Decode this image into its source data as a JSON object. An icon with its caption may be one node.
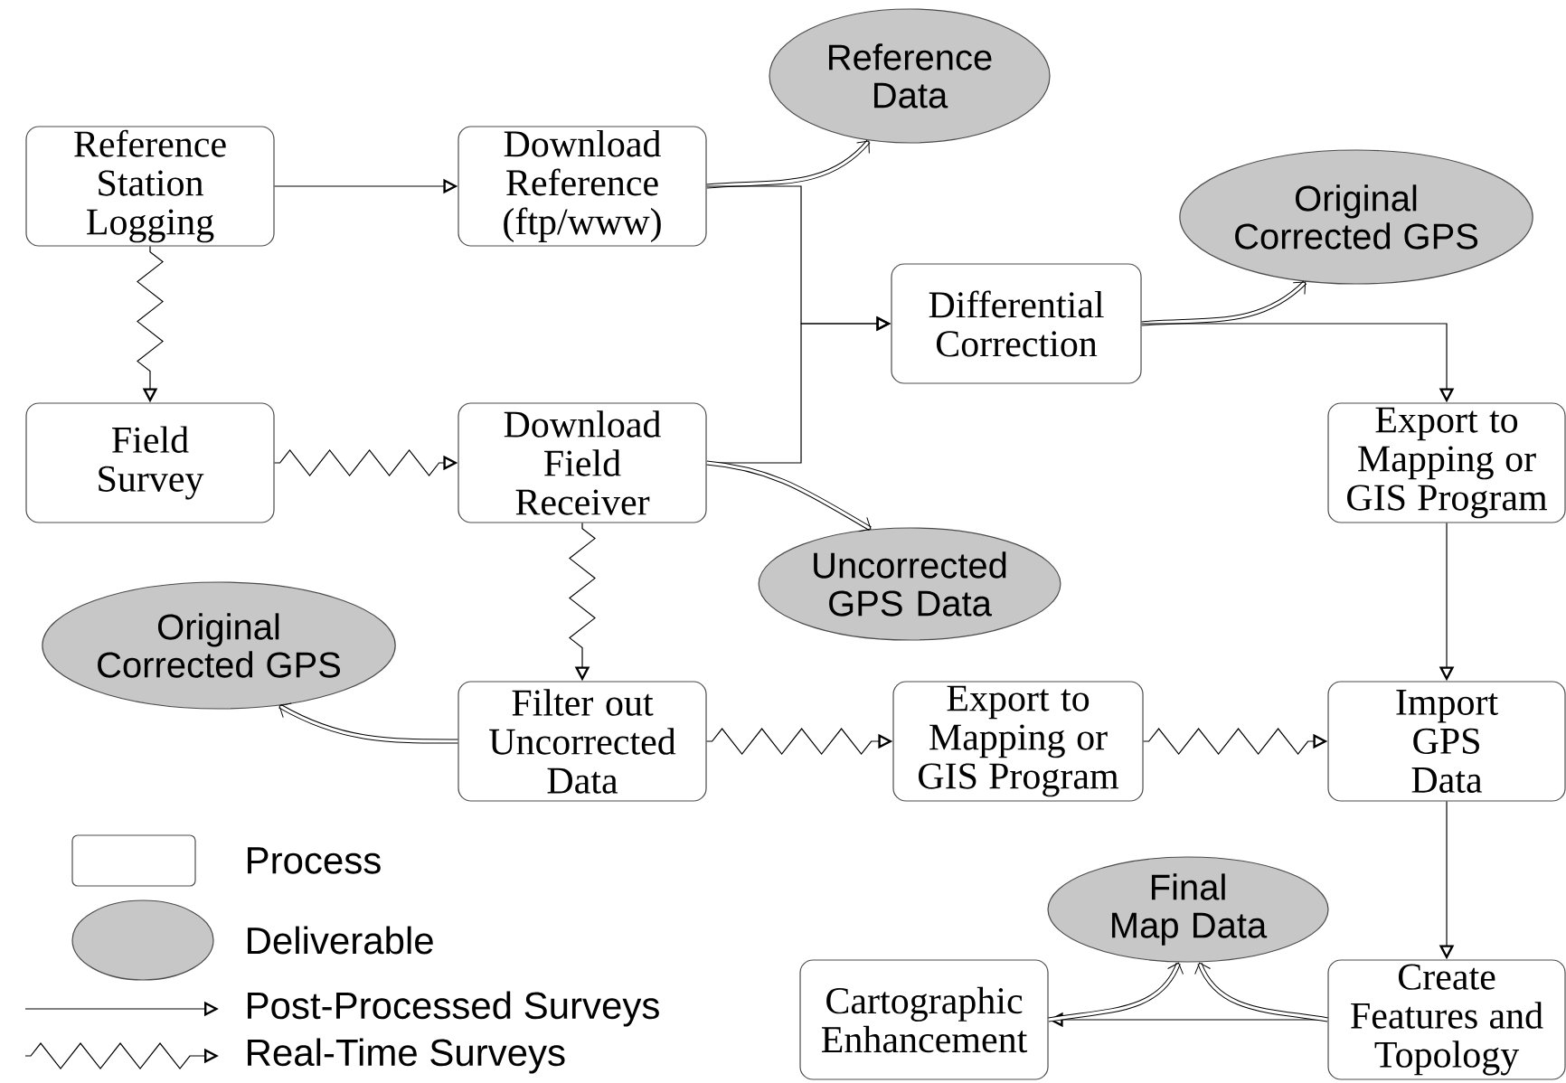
{
  "diagram": {
    "nodes": [
      {
        "text": [
          "Reference Station Logging"
        ]
      },
      {
        "text": [
          "Download Reference (ftp/www)"
        ]
      },
      {
        "text": [
          "Reference Data"
        ]
      },
      {
        "text": [
          "Differential Correction"
        ]
      },
      {
        "text": [
          "Original Corrected GPS"
        ]
      },
      {
        "text": [
          "Field Survey"
        ]
      },
      {
        "text": [
          "Download Field Receiver"
        ]
      },
      {
        "text": [
          "Export to Mapping or GIS Program"
        ]
      },
      {
        "text": [
          "Uncorrected GPS Data"
        ]
      },
      {
        "text": [
          "Original Corrected GPS"
        ]
      },
      {
        "text": [
          "Filter out Uncorrected Data"
        ]
      },
      {
        "text": [
          "Export to Mapping or GIS Program"
        ]
      },
      {
        "text": [
          "Import GPS Data"
        ]
      },
      {
        "text": [
          "Final Map Data"
        ]
      },
      {
        "text": [
          "Cartographic Enhancement"
        ]
      },
      {
        "text": [
          "Create Features and Topology"
        ]
      }
    ],
    "edges": [
      {
        "from": 0,
        "to": 1,
        "arrow": "to"
      },
      {
        "from": 0,
        "to": 5,
        "arrow": "to"
      },
      {
        "from": 5,
        "to": 6,
        "arrow": "to"
      },
      {
        "from": 1,
        "to": 2,
        "arrow": "to",
        "style": "thick"
      },
      {
        "from": 1,
        "to": 3,
        "arrow": "to"
      },
      {
        "from": 6,
        "to": 3,
        "arrow": "to"
      },
      {
        "from": 3,
        "to": 4,
        "arrow": "to",
        "style": "thick"
      },
      {
        "from": 3,
        "to": 7,
        "arrow": "to"
      },
      {
        "from": 6,
        "to": 8,
        "arrow": "to",
        "style": "thick"
      },
      {
        "from": 6,
        "to": 10,
        "arrow": "to"
      },
      {
        "from": 10,
        "to": 9,
        "arrow": "to",
        "style": "thick"
      },
      {
        "from": 10,
        "to": 11,
        "arrow": "to"
      },
      {
        "from": 11,
        "to": 12,
        "arrow": "to"
      },
      {
        "from": 7,
        "to": 12,
        "arrow": "to"
      },
      {
        "from": 12,
        "to": 15,
        "arrow": "to"
      },
      {
        "from": 15,
        "to": 14,
        "arrow": "to"
      },
      {
        "from": 14,
        "to": 13,
        "arrow": "to",
        "style": "thick"
      },
      {
        "from": 15,
        "to": 13,
        "arrow": "to",
        "style": "thick"
      }
    ],
    "legend": [
      {
        "text": "Process"
      },
      {
        "text": "Deliverable"
      },
      {
        "text": "Post-Processed Surveys"
      },
      {
        "text": "Real-Time Surveys"
      }
    ]
  }
}
